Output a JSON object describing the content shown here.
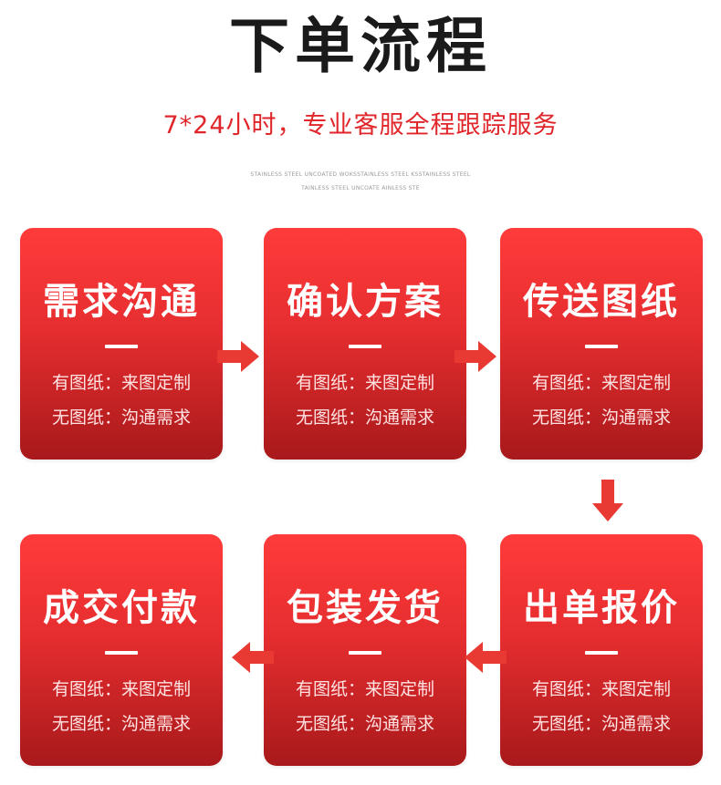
{
  "header": {
    "title": "下单流程",
    "subtitle": "7*24小时，专业客服全程跟踪服务",
    "fine_print_1": "STAINLESS STEEL UNCOATED WOKSSTAINLESS STEEL KSSTAINLESS STEEL",
    "fine_print_2": "TAINLESS STEEL UNCOATE AINLESS STE"
  },
  "steps": [
    {
      "title": "需求沟通",
      "line1": "有图纸：来图定制",
      "line2": "无图纸：沟通需求"
    },
    {
      "title": "确认方案",
      "line1": "有图纸：来图定制",
      "line2": "无图纸：沟通需求"
    },
    {
      "title": "传送图纸",
      "line1": "有图纸：来图定制",
      "line2": "无图纸：沟通需求"
    },
    {
      "title": "出单报价",
      "line1": "有图纸：来图定制",
      "line2": "无图纸：沟通需求"
    },
    {
      "title": "包装发货",
      "line1": "有图纸：来图定制",
      "line2": "无图纸：沟通需求"
    },
    {
      "title": "成交付款",
      "line1": "有图纸：来图定制",
      "line2": "无图纸：沟通需求"
    }
  ],
  "colors": {
    "accent_red": "#e0262a",
    "card_top": "#ff3b3b",
    "card_bottom": "#a8191b"
  }
}
